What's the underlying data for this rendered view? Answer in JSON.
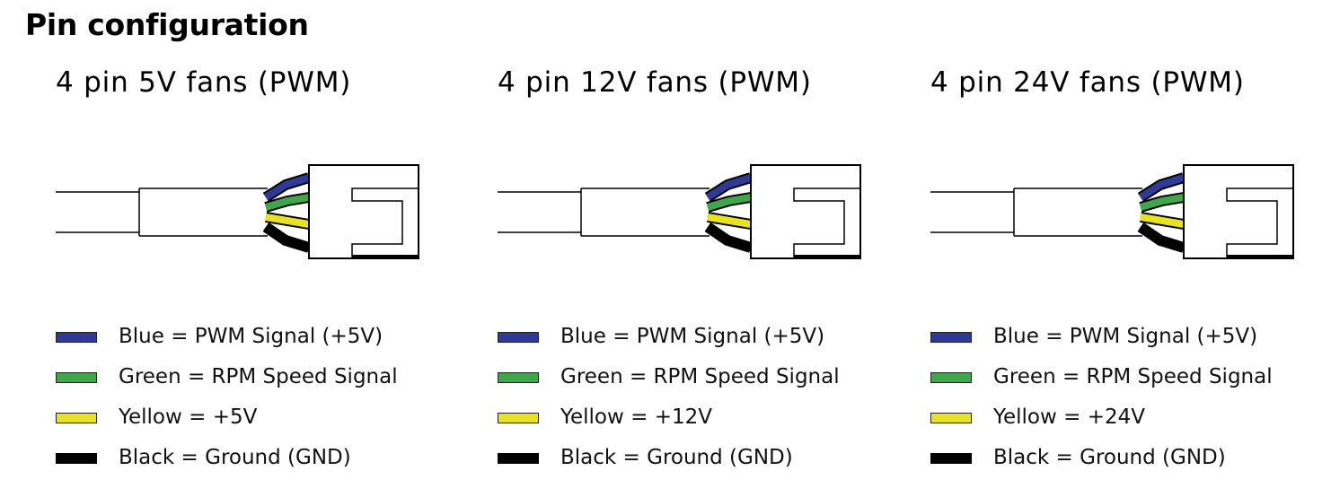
{
  "title": "Pin configuration",
  "colors": {
    "blue": "#2e3a94",
    "green": "#3fa64a",
    "yellow": "#e8e31f",
    "black": "#000000"
  },
  "columns": [
    {
      "title": "4 pin 5V fans (PWM)",
      "legend": [
        {
          "color": "blue",
          "label": "Blue = PWM Signal (+5V)"
        },
        {
          "color": "green",
          "label": "Green = RPM Speed Signal"
        },
        {
          "color": "yellow",
          "label": "Yellow = +5V"
        },
        {
          "color": "black",
          "label": "Black = Ground (GND)"
        }
      ]
    },
    {
      "title": "4 pin 12V fans (PWM)",
      "legend": [
        {
          "color": "blue",
          "label": "Blue = PWM Signal (+5V)"
        },
        {
          "color": "green",
          "label": "Green = RPM Speed Signal"
        },
        {
          "color": "yellow",
          "label": "Yellow = +12V"
        },
        {
          "color": "black",
          "label": "Black = Ground (GND)"
        }
      ]
    },
    {
      "title": "4 pin 24V fans (PWM)",
      "legend": [
        {
          "color": "blue",
          "label": "Blue = PWM Signal (+5V)"
        },
        {
          "color": "green",
          "label": "Green = RPM Speed Signal"
        },
        {
          "color": "yellow",
          "label": "Yellow = +24V"
        },
        {
          "color": "black",
          "label": "Black = Ground (GND)"
        }
      ]
    }
  ]
}
